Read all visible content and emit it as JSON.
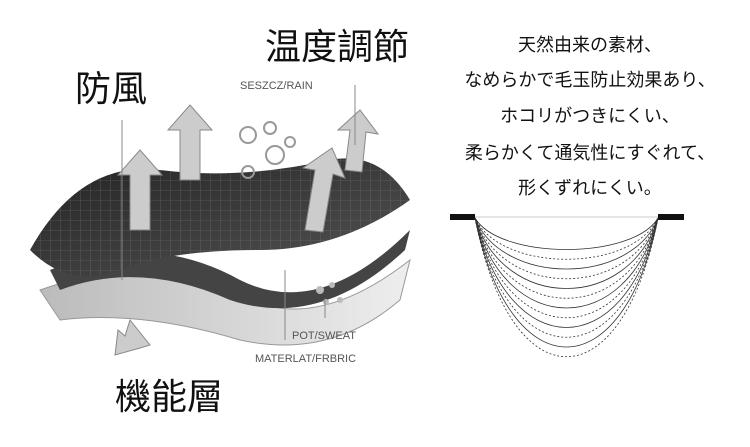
{
  "labels": {
    "windproof": "防風",
    "temperature": "温度調節",
    "functional_layer": "機能層",
    "rain": "SESZCZ/RAIN",
    "sweat": "POT/SWEAT",
    "fabric": "MATERLAT/FRBRIC"
  },
  "description_lines": [
    "天然由来の素材、",
    "なめらかで毛玉防止効果あり、",
    "ホコリがつきにくい、",
    "柔らかくて通気性にすぐれて、",
    "形くずれにくい。"
  ]
}
